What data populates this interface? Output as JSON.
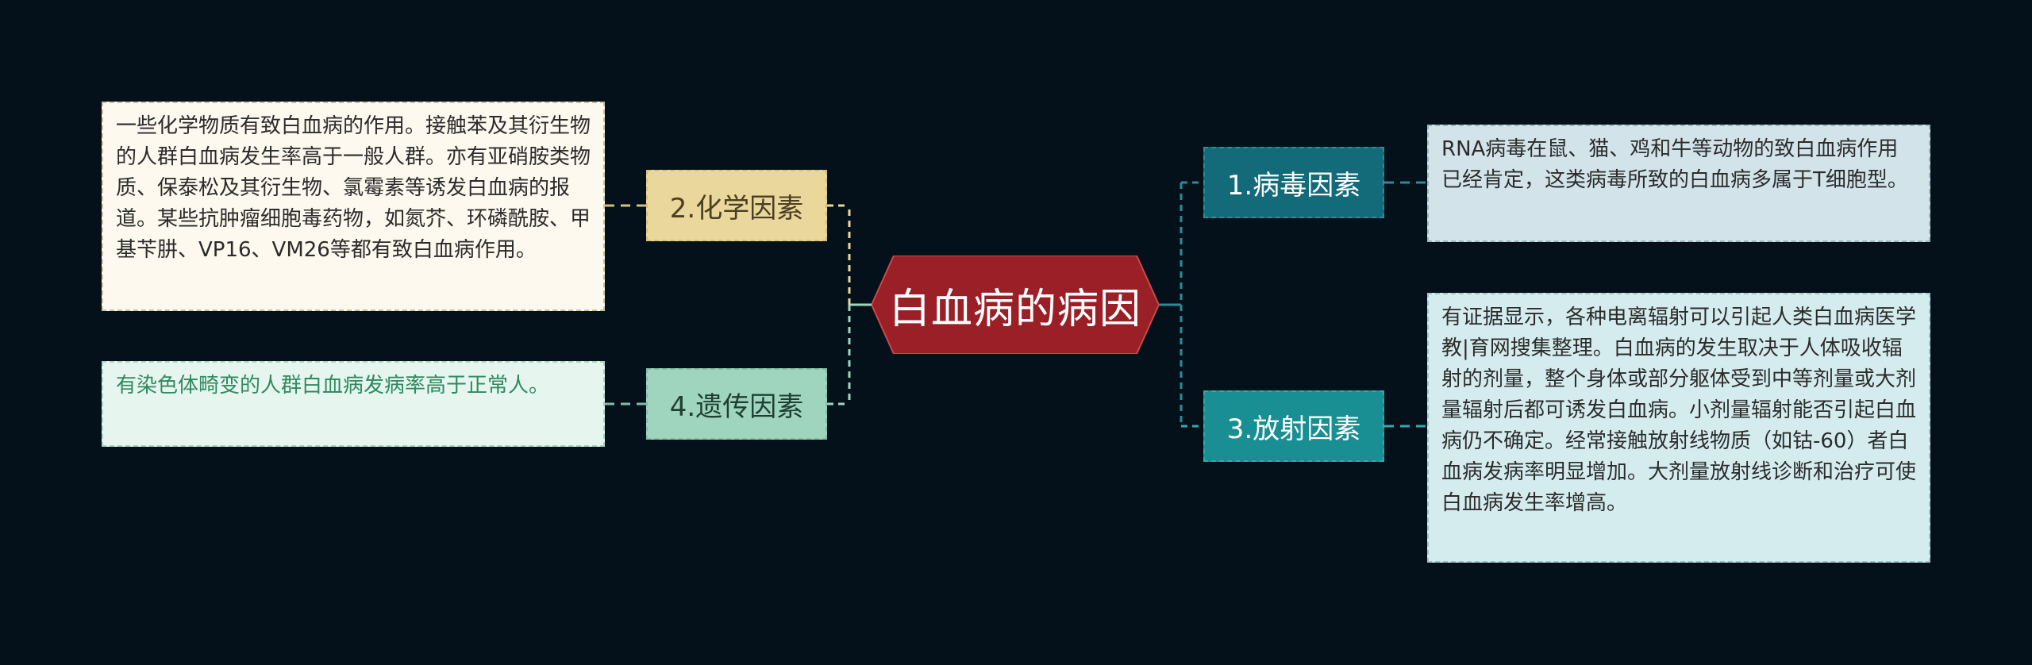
{
  "colors": {
    "background": "#04111a",
    "center": "#9b1f27",
    "virus_branch": "#136b7a",
    "radiation_branch": "#1a8f93",
    "chemical_branch": "#ead79c",
    "genetic_branch": "#9fd5bf"
  },
  "center": {
    "title": "白血病的病因"
  },
  "branches": {
    "virus": {
      "label": "1.病毒因素",
      "detail": "RNA病毒在鼠、猫、鸡和牛等动物的致白血病作用已经肯定，这类病毒所致的白血病多属于T细胞型。"
    },
    "chemical": {
      "label": "2.化学因素",
      "detail": "一些化学物质有致白血病的作用。接触苯及其衍生物的人群白血病发生率高于一般人群。亦有亚硝胺类物质、保泰松及其衍生物、氯霉素等诱发白血病的报道。某些抗肿瘤细胞毒药物，如氮芥、环磷酰胺、甲基苄肼、VP16、VM26等都有致白血病作用。"
    },
    "radiation": {
      "label": "3.放射因素",
      "detail": "有证据显示，各种电离辐射可以引起人类白血病医学教|育网搜集整理。白血病的发生取决于人体吸收辐射的剂量，整个身体或部分躯体受到中等剂量或大剂量辐射后都可诱发白血病。小剂量辐射能否引起白血病仍不确定。经常接触放射线物质（如钴-60）者白血病发病率明显增加。大剂量放射线诊断和治疗可使白血病发生率增高。"
    },
    "genetic": {
      "label": "4.遗传因素",
      "detail": "有染色体畸变的人群白血病发病率高于正常人。"
    }
  }
}
